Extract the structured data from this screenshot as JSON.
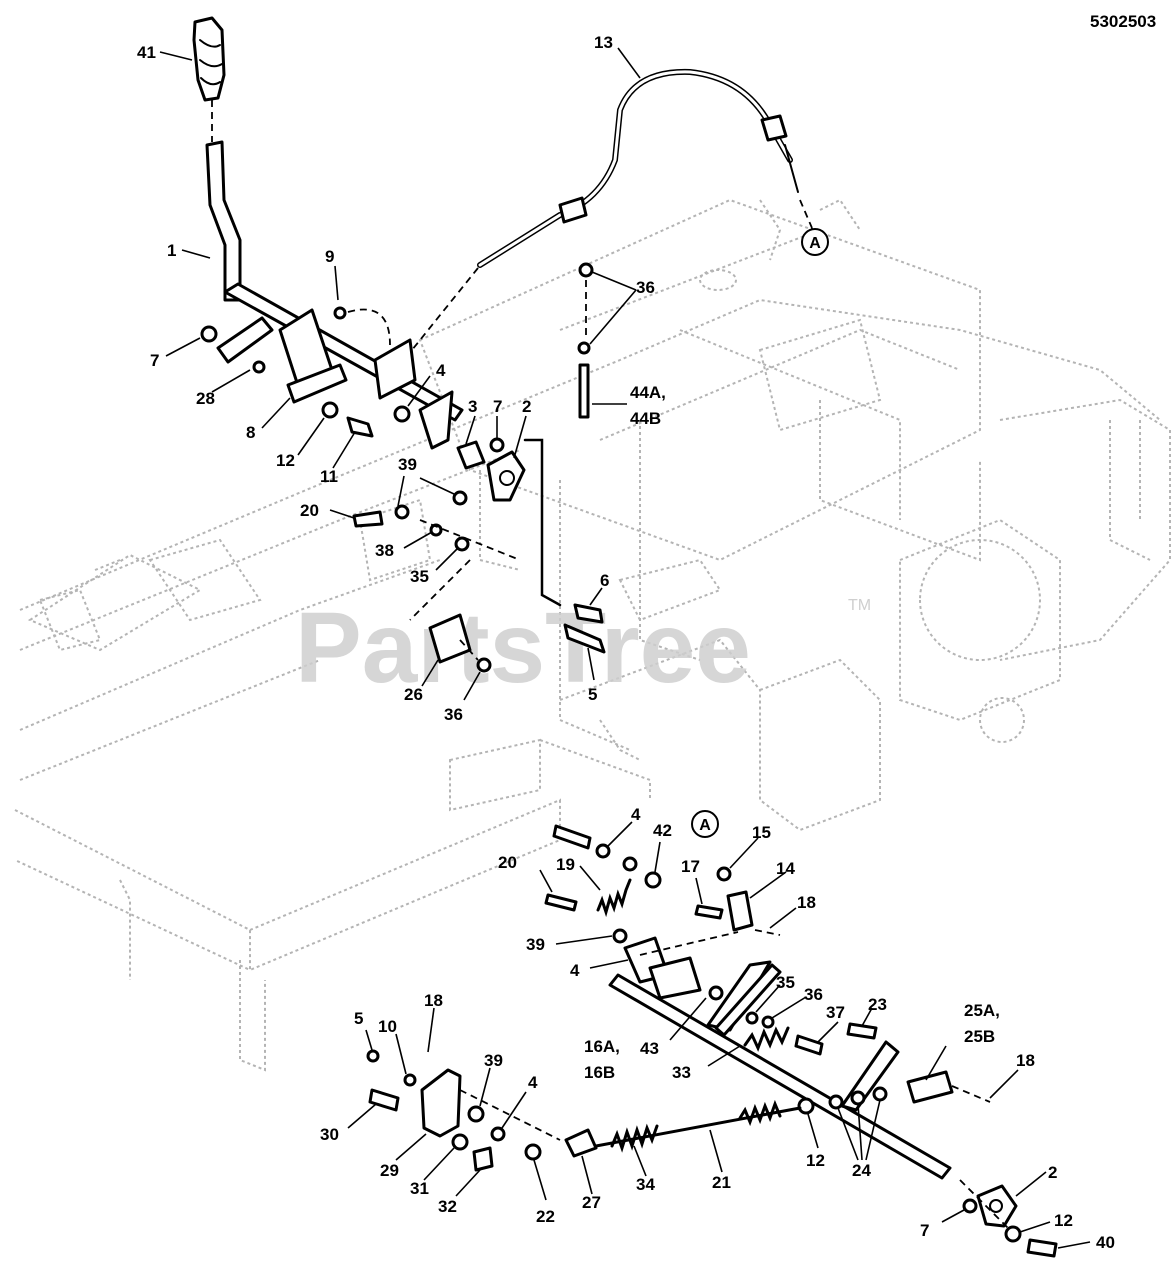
{
  "document_number": "5302503",
  "watermark": {
    "text": "PartsTree",
    "trademark": "TM"
  },
  "reference_marker": "A",
  "callouts": {
    "c41": "41",
    "c13": "13",
    "c1": "1",
    "c9": "9",
    "c36a": "36",
    "c7a": "7",
    "c28": "28",
    "c4a": "4",
    "c8": "8",
    "c3": "3",
    "c7b": "7",
    "c2a": "2",
    "c44": "44A,",
    "c44b": "44B",
    "c12a": "12",
    "c11": "11",
    "c39a": "39",
    "c20a": "20",
    "c38": "38",
    "c35a": "35",
    "c6": "6",
    "c26": "26",
    "c36b": "36",
    "c5a": "5",
    "c4b": "4",
    "c42": "42",
    "c20b": "20",
    "c19": "19",
    "c15": "15",
    "c17": "17",
    "c14": "14",
    "c18a": "18",
    "c39b": "39",
    "c4c": "4",
    "c35b": "35",
    "c36c": "36",
    "c23": "23",
    "c25a": "25A,",
    "c25b": "25B",
    "c37": "37",
    "c16a": "16A,",
    "c16b": "16B",
    "c43": "43",
    "c33": "33",
    "c18b": "18",
    "c5b": "5",
    "c10": "10",
    "c18c": "18",
    "c39c": "39",
    "c4d": "4",
    "c30": "30",
    "c29": "29",
    "c31": "31",
    "c32": "32",
    "c22": "22",
    "c27": "27",
    "c34": "34",
    "c21": "21",
    "c12b": "12",
    "c24": "24",
    "c2b": "2",
    "c7c": "7",
    "c12c": "12",
    "c40": "40"
  }
}
